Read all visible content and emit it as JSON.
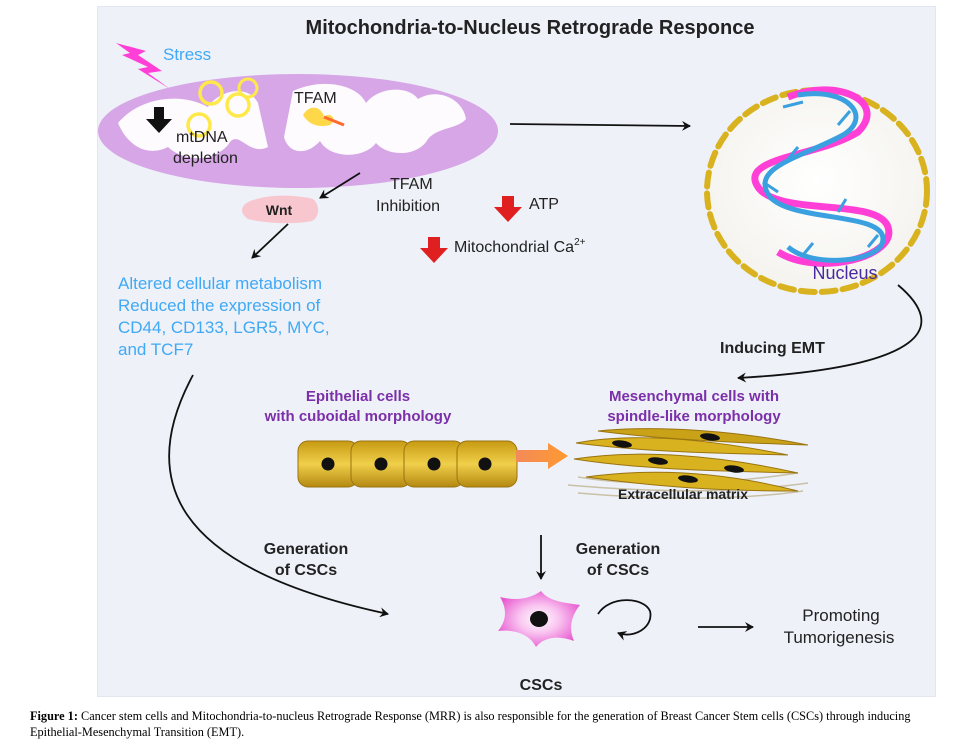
{
  "title": "Mitochondria-to-Nucleus Retrograde Responce",
  "labels": {
    "stress": "Stress",
    "tfam": "TFAM",
    "mtdna_line1": "mtDNA",
    "mtdna_line2": "depletion",
    "wnt": "Wnt",
    "tfam_inhib_line1": "TFAM",
    "tfam_inhib_line2": "Inhibition",
    "atp": "ATP",
    "mito_ca": "Mitochondrial Ca",
    "mito_ca_sup": "2+",
    "nucleus": "Nucleus",
    "altered_lines": [
      "Altered cellular metabolism",
      "Reduced the expression of",
      "CD44, CD133, LGR5, MYC,",
      "and TCF7"
    ],
    "inducing_emt": "Inducing EMT",
    "epithelial_line1": "Epithelial cells",
    "epithelial_line2": "with cuboidal morphology",
    "mesenchymal_line1": "Mesenchymal cells with",
    "mesenchymal_line2": "spindle-like morphology",
    "ecm": "Extracellular matrix",
    "gen_left_line1": "Generation",
    "gen_left_line2": "of CSCs",
    "gen_right_line1": "Generation",
    "gen_right_line2": "of CSCs",
    "promoting_line1": "Promoting",
    "promoting_line2": "Tumorigenesis",
    "cscs": "CSCs"
  },
  "caption": {
    "label": "Figure 1:",
    "text": " Cancer stem cells and Mitochondria-to-nucleus Retrograde Response (MRR) is also responsible for the generation of Breast Cancer Stem cells (CSCs) through inducing Epithelial-Mesenchymal Transition (EMT)."
  },
  "colors": {
    "title": "#222222",
    "blue_text": "#3fa9f5",
    "purple_text": "#7b2fa8",
    "mito_fill": "#d6a6e6",
    "down_arrow": "#e02020",
    "gold": "#d9b21f",
    "nucleus_text": "#4a2aa0"
  }
}
